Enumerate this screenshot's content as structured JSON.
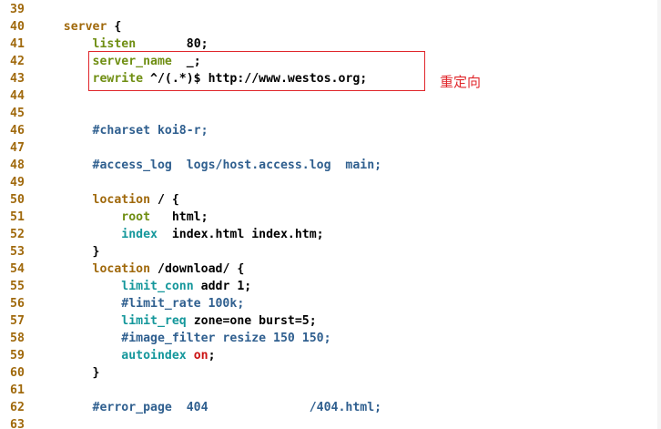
{
  "annotation": "重定向",
  "colors": {
    "line_number": "#a0690c",
    "directive_server": "#a0690c",
    "directive_olive": "#6f8e12",
    "directive_teal": "#14979b",
    "comment": "#2f5f8f",
    "value_red": "#cc1414",
    "highlight_box": "#e0262b"
  },
  "lines": [
    {
      "num": "39",
      "parts": []
    },
    {
      "num": "40",
      "parts": [
        {
          "t": "    "
        },
        {
          "t": "server",
          "c": "kw-brown"
        },
        {
          "t": " {"
        }
      ]
    },
    {
      "num": "41",
      "parts": [
        {
          "t": "        "
        },
        {
          "t": "listen",
          "c": "kw-olive"
        },
        {
          "t": "       80;"
        }
      ]
    },
    {
      "num": "42",
      "parts": [
        {
          "t": "        "
        },
        {
          "t": "server_name",
          "c": "kw-olive"
        },
        {
          "t": "  _;"
        }
      ]
    },
    {
      "num": "43",
      "parts": [
        {
          "t": "        "
        },
        {
          "t": "rewrite",
          "c": "kw-olive"
        },
        {
          "t": " ^/(.*)$ http://www.westos.org;"
        }
      ]
    },
    {
      "num": "44",
      "parts": []
    },
    {
      "num": "45",
      "parts": []
    },
    {
      "num": "46",
      "parts": [
        {
          "t": "        "
        },
        {
          "t": "#charset koi8-r;",
          "c": "comment"
        }
      ]
    },
    {
      "num": "47",
      "parts": []
    },
    {
      "num": "48",
      "parts": [
        {
          "t": "        "
        },
        {
          "t": "#access_log  logs/host.access.log  main;",
          "c": "comment"
        }
      ]
    },
    {
      "num": "49",
      "parts": []
    },
    {
      "num": "50",
      "parts": [
        {
          "t": "        "
        },
        {
          "t": "location",
          "c": "kw-brown"
        },
        {
          "t": " / {"
        }
      ]
    },
    {
      "num": "51",
      "parts": [
        {
          "t": "            "
        },
        {
          "t": "root",
          "c": "kw-olive"
        },
        {
          "t": "   html;"
        }
      ]
    },
    {
      "num": "52",
      "parts": [
        {
          "t": "            "
        },
        {
          "t": "index",
          "c": "kw-teal"
        },
        {
          "t": "  index.html index.htm;"
        }
      ]
    },
    {
      "num": "53",
      "parts": [
        {
          "t": "        }"
        }
      ]
    },
    {
      "num": "54",
      "parts": [
        {
          "t": "        "
        },
        {
          "t": "location",
          "c": "kw-brown"
        },
        {
          "t": " /download/ {"
        }
      ]
    },
    {
      "num": "55",
      "parts": [
        {
          "t": "            "
        },
        {
          "t": "limit_conn",
          "c": "kw-teal"
        },
        {
          "t": " addr 1;"
        }
      ]
    },
    {
      "num": "56",
      "parts": [
        {
          "t": "            "
        },
        {
          "t": "#limit_rate 100k;",
          "c": "comment"
        }
      ]
    },
    {
      "num": "57",
      "parts": [
        {
          "t": "            "
        },
        {
          "t": "limit_req",
          "c": "kw-teal"
        },
        {
          "t": " zone=one burst=5;"
        }
      ]
    },
    {
      "num": "58",
      "parts": [
        {
          "t": "            "
        },
        {
          "t": "#image_filter resize 150 150;",
          "c": "comment"
        }
      ]
    },
    {
      "num": "59",
      "parts": [
        {
          "t": "            "
        },
        {
          "t": "autoindex",
          "c": "kw-teal"
        },
        {
          "t": " "
        },
        {
          "t": "on",
          "c": "kw-red"
        },
        {
          "t": ";"
        }
      ]
    },
    {
      "num": "60",
      "parts": [
        {
          "t": "        }"
        }
      ]
    },
    {
      "num": "61",
      "parts": []
    },
    {
      "num": "62",
      "parts": [
        {
          "t": "        "
        },
        {
          "t": "#error_page  404              /404.html;",
          "c": "comment"
        }
      ]
    },
    {
      "num": "63",
      "parts": []
    }
  ]
}
